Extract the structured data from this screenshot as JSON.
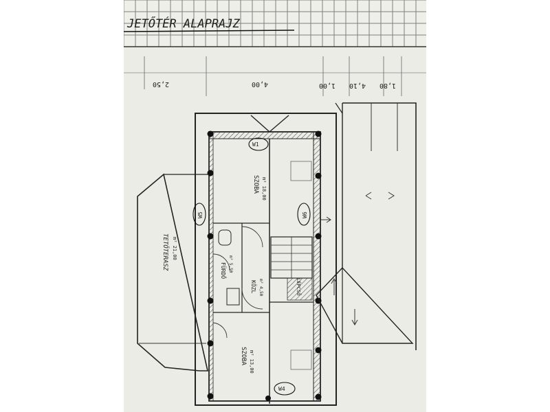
{
  "title": "JETŐTÉR ALAPRAJZ",
  "dimensions": [
    "4,00",
    "2,50",
    "1,00",
    "4,10",
    "1,80"
  ],
  "rooms": [
    {
      "name": "SZOBA",
      "area": "m² 18,00"
    },
    {
      "name": "TETŐTERASZ",
      "area": "m² 21,00"
    },
    {
      "name": "KÖZL",
      "area": "m² 4,50"
    },
    {
      "name": "FÜRDŐ",
      "area": "m² 5,50"
    },
    {
      "name": "SZOBA",
      "area": "m² 13,00"
    }
  ],
  "stair_label": "LÉPCSŐ",
  "window_tags": [
    "W1",
    "W5",
    "W6",
    "W4"
  ],
  "colors": {
    "paper": "#efefea",
    "grid": "#7d7d7d",
    "ink": "#1d1d1d",
    "hatch": "#555555"
  }
}
